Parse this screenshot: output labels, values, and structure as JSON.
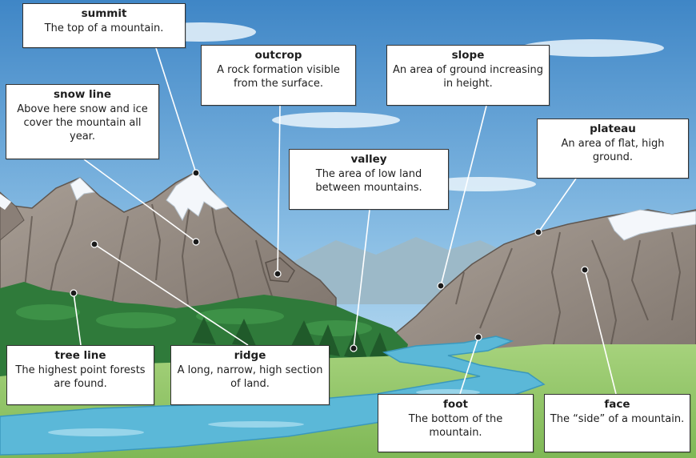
{
  "colors": {
    "sky_top": "#3f86c6",
    "sky_bottom": "#cfe6f4",
    "rock": "#9a8f86",
    "rock_dark": "#6f655e",
    "snow": "#f4f7fb",
    "forest": "#2f7a3a",
    "grass": "#8fc66a",
    "river": "#5bb8d8"
  },
  "labels": {
    "summit": {
      "term": "summit",
      "def": "The top of a mountain."
    },
    "outcrop": {
      "term": "outcrop",
      "def": "A rock formation visible from the surface."
    },
    "slope": {
      "term": "slope",
      "def": "An area of ground increasing in height."
    },
    "snowline": {
      "term": "snow line",
      "def": "Above here snow and ice cover the mountain all year."
    },
    "valley": {
      "term": "valley",
      "def": "The area of low land between mountains."
    },
    "plateau": {
      "term": "plateau",
      "def": "An area of flat, high ground."
    },
    "treeline": {
      "term": "tree line",
      "def": "The highest point forests are found."
    },
    "ridge": {
      "term": "ridge",
      "def": "A long, narrow, high section of land."
    },
    "foot": {
      "term": "foot",
      "def": "The bottom of the mountain."
    },
    "face": {
      "term": "face",
      "def": "The “side” of a mountain."
    }
  }
}
